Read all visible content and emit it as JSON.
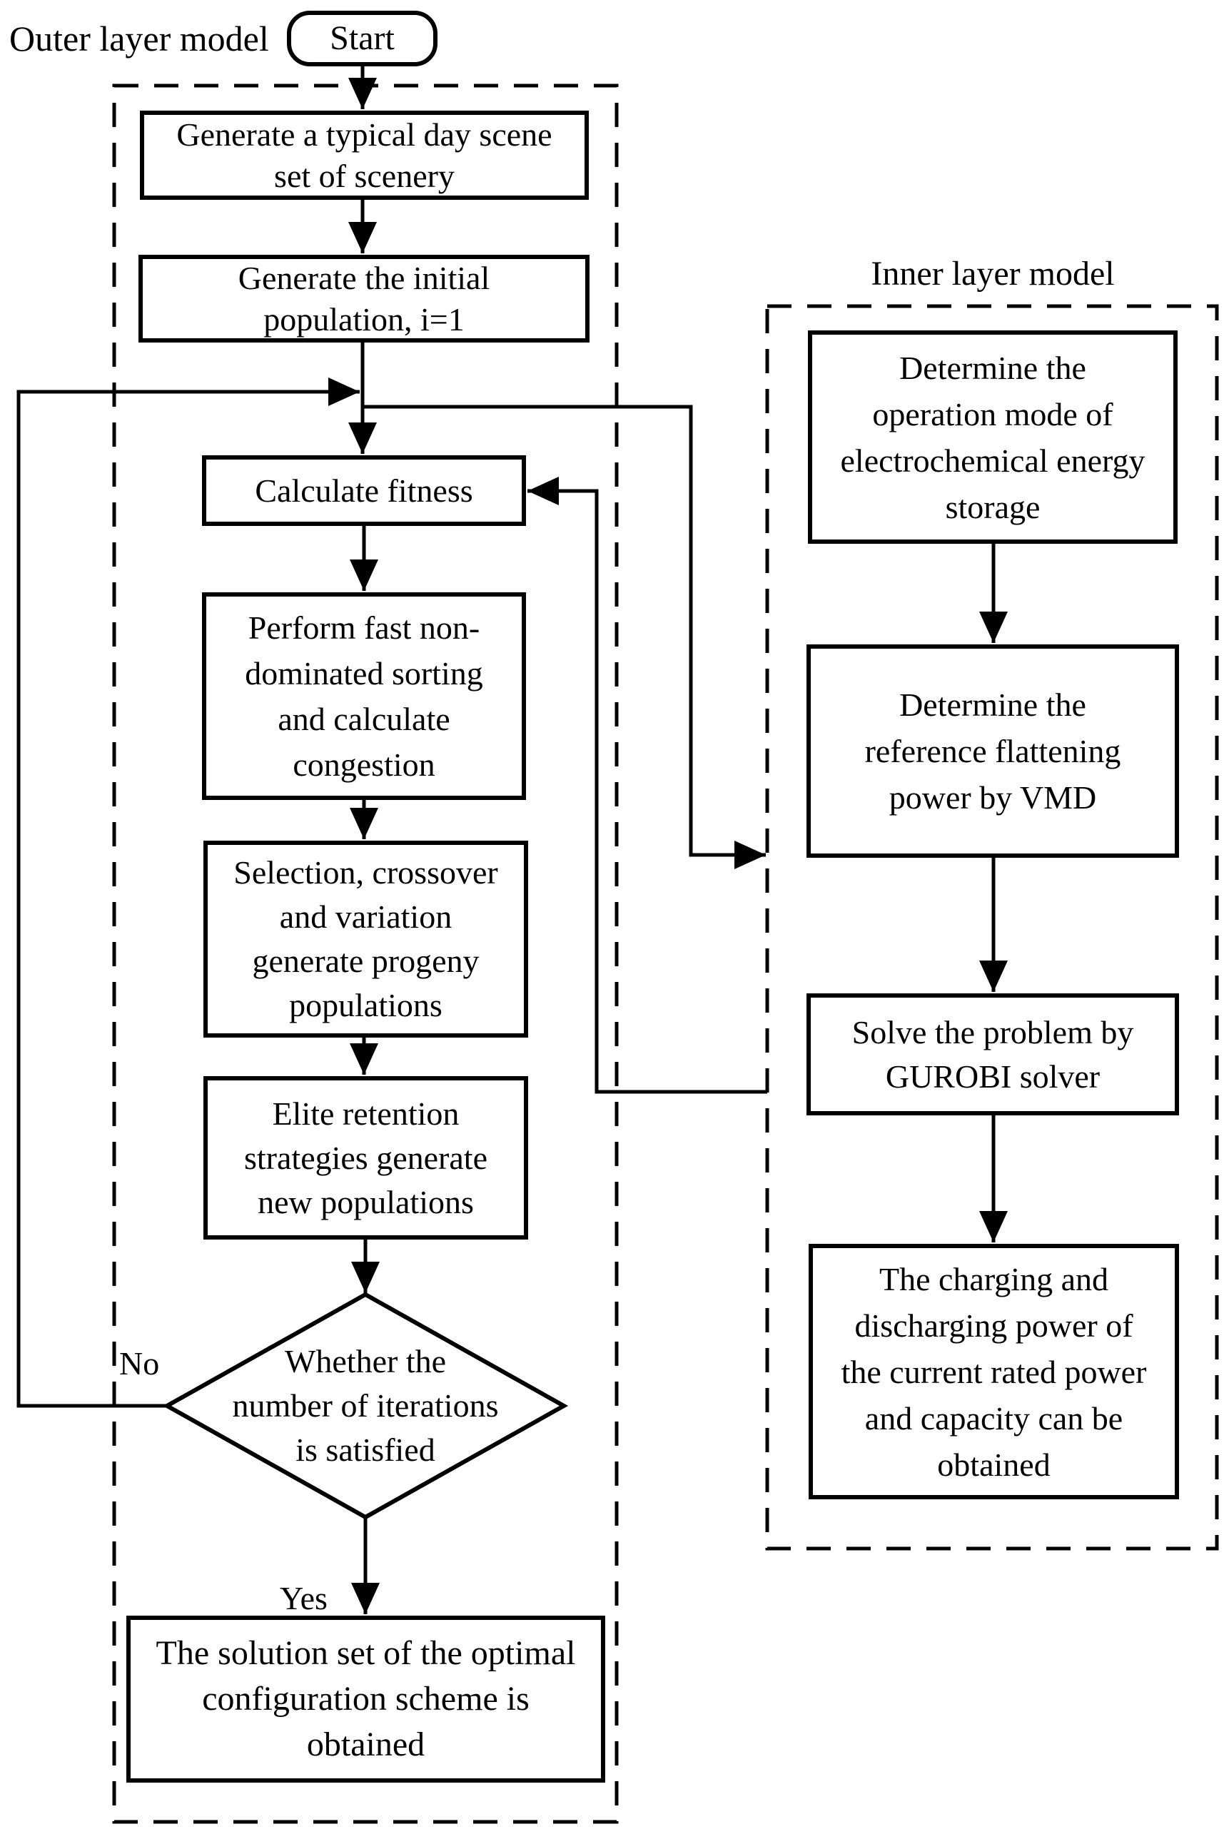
{
  "diagram": {
    "colors": {
      "line": "#000000",
      "background": "#ffffff"
    },
    "outer": {
      "label": "Outer layer model",
      "start": "Start",
      "nodes": {
        "scene": {
          "lines": [
            "Generate a typical day scene",
            "set of scenery"
          ]
        },
        "initpop": {
          "lines": [
            "Generate the initial",
            "population, i=1"
          ]
        },
        "fitness": {
          "lines": [
            "Calculate fitness"
          ]
        },
        "sorting": {
          "lines": [
            "Perform fast non-",
            "dominated sorting",
            "and calculate",
            "congestion"
          ]
        },
        "selection": {
          "lines": [
            "Selection, crossover",
            "and variation",
            "generate progeny",
            "populations"
          ]
        },
        "elite": {
          "lines": [
            "Elite retention",
            "strategies generate",
            "new populations"
          ]
        },
        "decision": {
          "lines": [
            "Whether the",
            "number of iterations",
            "is satisfied"
          ]
        },
        "solution": {
          "lines": [
            "The solution set of the optimal",
            "configuration scheme is",
            "obtained"
          ]
        }
      },
      "edge_labels": {
        "no": "No",
        "yes": "Yes"
      }
    },
    "inner": {
      "label": "Inner layer model",
      "nodes": {
        "mode": {
          "lines": [
            "Determine the",
            "operation mode of",
            "electrochemical energy",
            "storage"
          ]
        },
        "vmd": {
          "lines": [
            "Determine the",
            "reference flattening",
            "power by VMD"
          ]
        },
        "gurobi": {
          "lines": [
            "Solve the problem by",
            "GUROBI solver"
          ]
        },
        "charging": {
          "lines": [
            "The charging and",
            "discharging power of",
            "the current rated power",
            "and capacity can be",
            "obtained"
          ]
        }
      }
    }
  }
}
